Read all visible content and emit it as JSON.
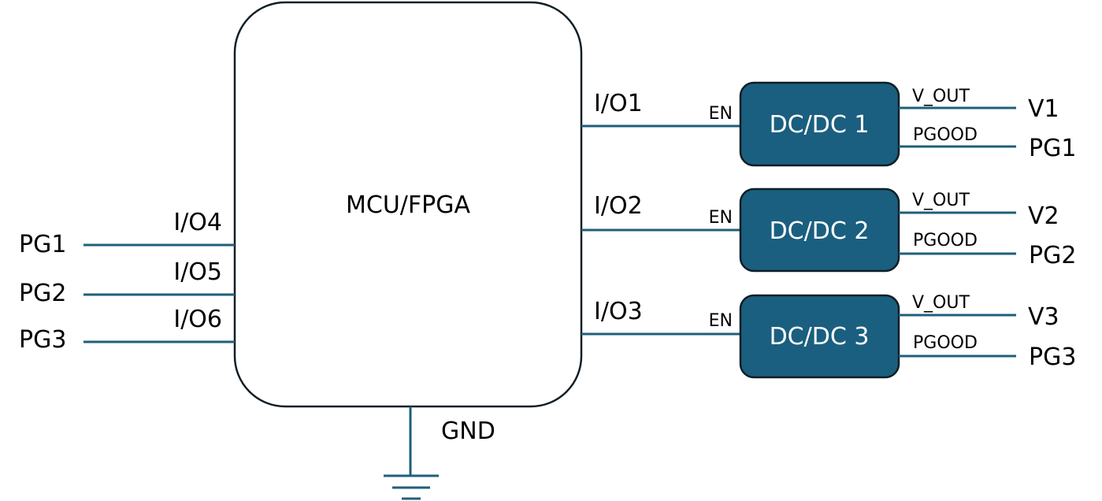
{
  "mcu": {
    "label": "MCU/FPGA"
  },
  "gnd": {
    "label": "GND"
  },
  "left_io": [
    {
      "io": "I/O4",
      "signal": "PG1"
    },
    {
      "io": "I/O5",
      "signal": "PG2"
    },
    {
      "io": "I/O6",
      "signal": "PG3"
    }
  ],
  "converters": [
    {
      "io": "I/O1",
      "enable": "EN",
      "name": "DC/DC 1",
      "vout_pin": "V_OUT",
      "vout_net": "V1",
      "pgood_pin": "PGOOD",
      "pgood_net": "PG1"
    },
    {
      "io": "I/O2",
      "enable": "EN",
      "name": "DC/DC 2",
      "vout_pin": "V_OUT",
      "vout_net": "V2",
      "pgood_pin": "PGOOD",
      "pgood_net": "PG2"
    },
    {
      "io": "I/O3",
      "enable": "EN",
      "name": "DC/DC 3",
      "vout_pin": "V_OUT",
      "vout_net": "V3",
      "pgood_pin": "PGOOD",
      "pgood_net": "PG3"
    }
  ],
  "colors": {
    "wire": "#1f5f7a",
    "converter_fill": "#1a5f7f",
    "converter_border": "#0f1e26",
    "mcu_border": "#0f1e26"
  }
}
